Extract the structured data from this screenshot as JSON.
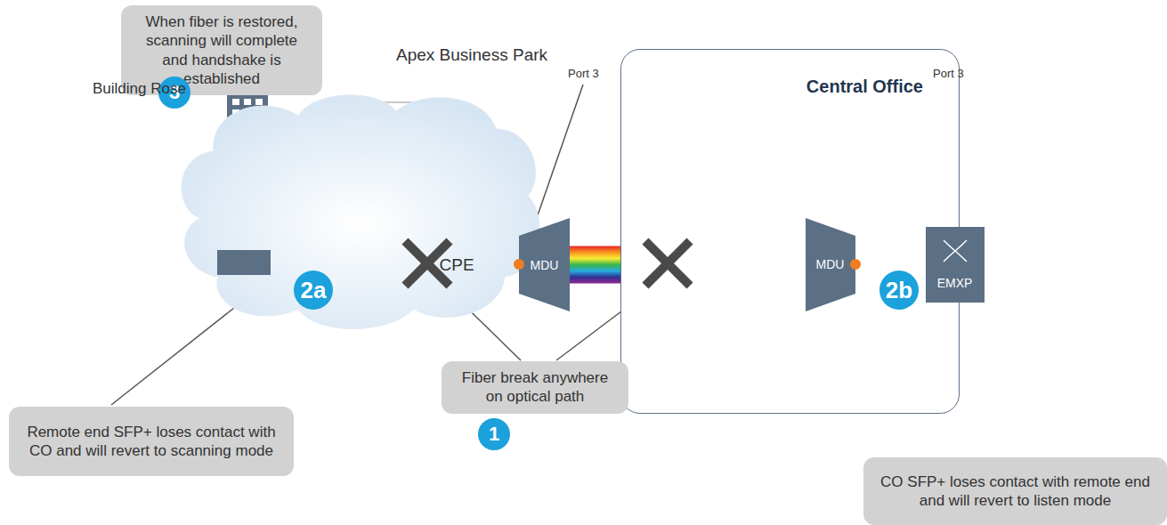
{
  "diagram": {
    "nodes": [
      {
        "text": [
          "When fiber is restored, scanning will complete and handshake is established"
        ]
      },
      {
        "text": [
          "Apex Business Park"
        ]
      },
      {
        "text": [
          "CPE"
        ],
        "in": 1
      },
      {
        "text": [
          "MDU"
        ]
      },
      {
        "text": [
          "Central Office"
        ]
      },
      {
        "text": [
          "MDU"
        ],
        "in": 4
      },
      {
        "text": [
          "EMXP"
        ],
        "in": 4
      },
      {
        "text": [
          "Remote end SFP+ loses contact with CO and will revert to scanning mode"
        ]
      },
      {
        "text": [
          "Fiber break anywhere on optical path"
        ]
      },
      {
        "text": [
          "CO SFP+ loses contact with remote end and will revert to listen mode"
        ]
      }
    ],
    "edges": [
      {
        "from": 2,
        "to": 3,
        "arrow": "none"
      },
      {
        "from": 3,
        "to": 5,
        "arrow": "none"
      },
      {
        "from": 5,
        "to": 6,
        "arrow": "none"
      }
    ],
    "labels": [
      "3",
      "Building Rose",
      "Port 3",
      "Port 3",
      "2a",
      "1",
      "2b"
    ]
  }
}
